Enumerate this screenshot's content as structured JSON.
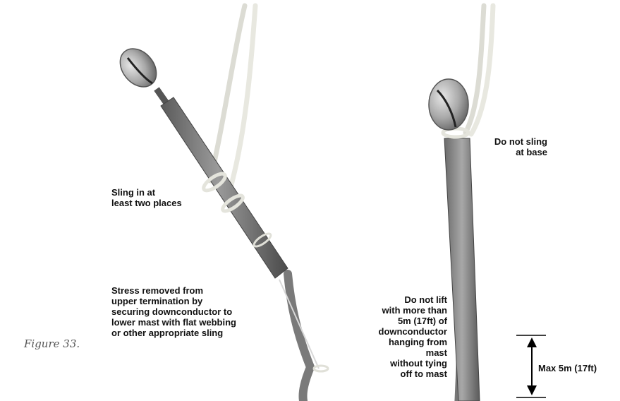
{
  "caption": "Figure 33.",
  "left_illustration": {
    "label_sling": "Sling in at\nleast two places",
    "label_stress": "Stress removed from\nupper termination by\nsecuring downconductor to\nlower mast with flat webbing\nor other appropriate sling"
  },
  "right_illustration": {
    "label_no_base": "Do not sling\nat base",
    "label_no_lift": "Do not lift\nwith more than\n5m (17ft) of\ndownconductor\nhanging from mast\nwithout tying\noff to mast",
    "dimension_label": "Max 5m (17ft)"
  }
}
